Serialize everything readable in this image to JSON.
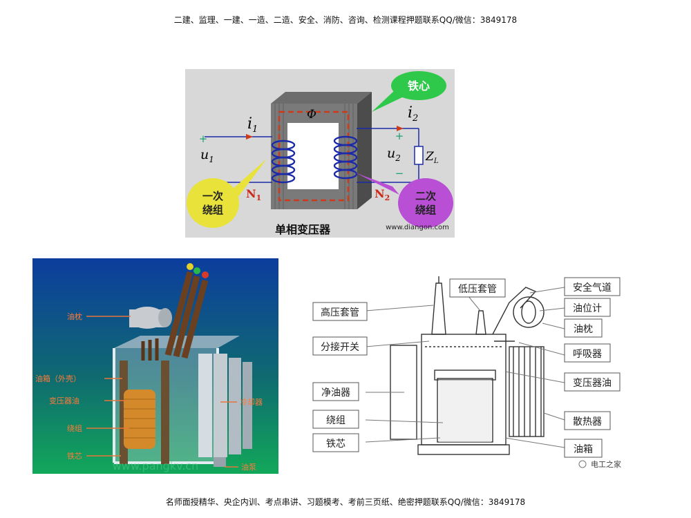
{
  "header_text": "二建、监理、一建、一造、二造、安全、消防、咨询、检测课程押题联系QQ/微信：3849178",
  "footer_text": "名师面授精华、央企内训、考点串讲、习题模考、考前三页纸、绝密押题联系QQ/微信：3849178",
  "diagram1": {
    "title": "单相变压器",
    "site": "www.diangon.com",
    "core_label": "铁心",
    "primary_label_l1": "一次",
    "primary_label_l2": "绕组",
    "secondary_label_l1": "二次",
    "secondary_label_l2": "绕组",
    "phi": "Φ",
    "i1_main": "i",
    "i1_sub": "1",
    "i2_main": "i",
    "i2_sub": "2",
    "u1_main": "u",
    "u1_sub": "1",
    "u2_main": "u",
    "u2_sub": "2",
    "n1_main": "N",
    "n1_sub": "1",
    "n2_main": "N",
    "n2_sub": "2",
    "zl_main": "Z",
    "zl_sub": "L",
    "plus": "+",
    "minus": "−"
  },
  "diagram2": {
    "labels": {
      "conservator": "油枕",
      "tank": "油箱（外壳）",
      "oil": "变压器油",
      "winding": "绕组",
      "core": "铁芯",
      "cooler": "冷却器",
      "pump": "油泵"
    },
    "watermark_url": "www.pangkv.cn"
  },
  "diagram3": {
    "labels_left": [
      "高压套管",
      "分接开关",
      "净油器",
      "绕组",
      "铁芯"
    ],
    "label_top": "低压套管",
    "labels_right": [
      "安全气道",
      "油位计",
      "油枕",
      "呼吸器",
      "变压器油",
      "散热器",
      "油箱"
    ],
    "brand": "电工之家"
  }
}
